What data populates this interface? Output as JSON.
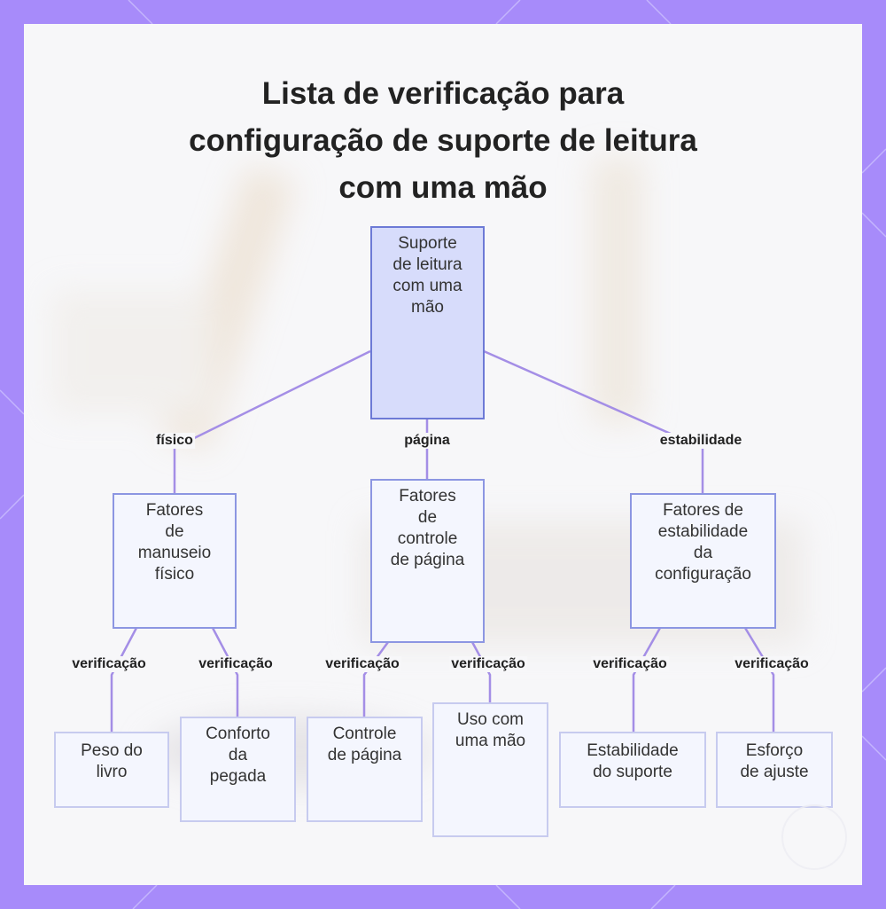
{
  "title_lines": [
    "Lista de verificação para",
    "configuração de suporte de leitura",
    "com uma mão"
  ],
  "root": {
    "lines": [
      "Suporte",
      "de leitura",
      "com uma",
      "mão"
    ]
  },
  "branch_labels": {
    "left": "físico",
    "middle": "página",
    "right": "estabilidade"
  },
  "categories": {
    "left": {
      "lines": [
        "Fatores",
        "de",
        "manuseio",
        "físico"
      ]
    },
    "middle": {
      "lines": [
        "Fatores",
        "de",
        "controle",
        "de página"
      ]
    },
    "right": {
      "lines": [
        "Fatores de",
        "estabilidade",
        "da",
        "configuração"
      ]
    }
  },
  "check_label": "verificação",
  "leaves": {
    "weight": {
      "lines": [
        "Peso do",
        "livro"
      ]
    },
    "comfort": {
      "lines": [
        "Conforto",
        "da",
        "pegada"
      ]
    },
    "page_control": {
      "lines": [
        "Controle",
        "de página"
      ]
    },
    "one_hand": {
      "lines": [
        "Uso com",
        "uma mão"
      ]
    },
    "stability": {
      "lines": [
        "Estabilidade",
        "do suporte"
      ]
    },
    "effort": {
      "lines": [
        "Esforço",
        "de ajuste"
      ]
    }
  },
  "colors": {
    "frame": "#a78bfa",
    "edge": "#a48ee6",
    "root_fill": "#d7dcfb",
    "node_fill": "#f4f6fe"
  }
}
